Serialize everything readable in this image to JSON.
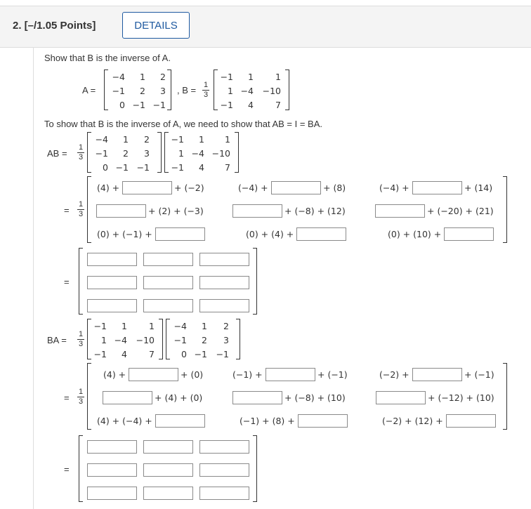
{
  "header": {
    "question": "2. [–/1.05 Points]",
    "details_label": "DETAILS"
  },
  "intro": "Show that B is the inverse of A.",
  "A": {
    "label": "A =",
    "rows": [
      [
        "−4",
        "1",
        "2"
      ],
      [
        "−1",
        "2",
        "3"
      ],
      [
        "0",
        "−1",
        "−1"
      ]
    ]
  },
  "B": {
    "label": ", B =",
    "frac_num": "1",
    "frac_den": "3",
    "rows": [
      [
        "−1",
        "1",
        "1"
      ],
      [
        "1",
        "−4",
        "−10"
      ],
      [
        "−1",
        "4",
        "7"
      ]
    ]
  },
  "instruction": "To show that B is the inverse of A, we need to show that AB = I = BA.",
  "AB": {
    "label": "AB =",
    "eq": "=",
    "frac_num": "1",
    "frac_den": "3",
    "left_rows": [
      [
        "−4",
        "1",
        "2"
      ],
      [
        "−1",
        "2",
        "3"
      ],
      [
        "0",
        "−1",
        "−1"
      ]
    ],
    "right_rows": [
      [
        "−1",
        "1",
        "1"
      ],
      [
        "1",
        "−4",
        "−10"
      ],
      [
        "−1",
        "4",
        "7"
      ]
    ],
    "expanded": [
      [
        {
          "pre": "(4) +",
          "post": "+ (−2)"
        },
        {
          "pre": "(−4) +",
          "post": "+ (8)"
        },
        {
          "pre": "(−4) +",
          "post": "+ (14)"
        }
      ],
      [
        {
          "pre": "",
          "post": "+ (2) + (−3)"
        },
        {
          "pre": "",
          "post": "+ (−8) + (12)"
        },
        {
          "pre": "",
          "post": "+ (−20) + (21)"
        }
      ],
      [
        {
          "pre": "(0) + (−1) +",
          "post": ""
        },
        {
          "pre": "(0) + (4) +",
          "post": ""
        },
        {
          "pre": "(0) + (10) +",
          "post": ""
        }
      ]
    ]
  },
  "BA": {
    "label": "BA =",
    "eq": "=",
    "frac_num": "1",
    "frac_den": "3",
    "left_rows": [
      [
        "−1",
        "1",
        "1"
      ],
      [
        "1",
        "−4",
        "−10"
      ],
      [
        "−1",
        "4",
        "7"
      ]
    ],
    "right_rows": [
      [
        "−4",
        "1",
        "2"
      ],
      [
        "−1",
        "2",
        "3"
      ],
      [
        "0",
        "−1",
        "−1"
      ]
    ],
    "expanded": [
      [
        {
          "pre": "(4) +",
          "post": "+ (0)"
        },
        {
          "pre": "(−1) +",
          "post": "+ (−1)"
        },
        {
          "pre": "(−2) +",
          "post": "+ (−1)"
        }
      ],
      [
        {
          "pre": "",
          "post": "+ (4) + (0)"
        },
        {
          "pre": "",
          "post": "+ (−8) + (10)"
        },
        {
          "pre": "",
          "post": "+ (−12) + (10)"
        }
      ],
      [
        {
          "pre": "(4) + (−4) +",
          "post": ""
        },
        {
          "pre": "(−1) + (8) +",
          "post": ""
        },
        {
          "pre": "(−2) + (12) +",
          "post": ""
        }
      ]
    ]
  },
  "result_eq": "="
}
